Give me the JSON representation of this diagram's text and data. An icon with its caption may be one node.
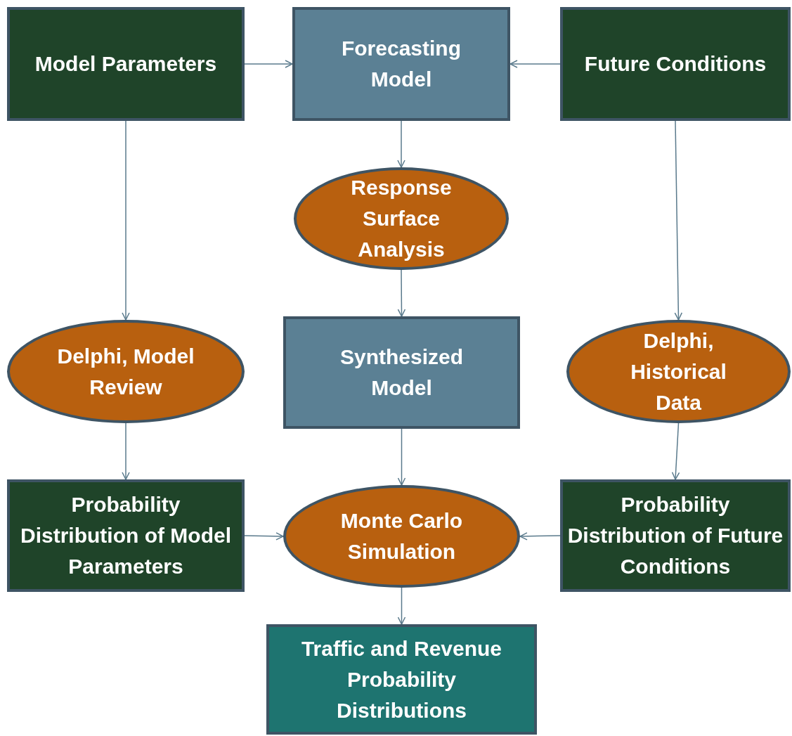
{
  "diagram": {
    "nodes": [
      {
        "text": [
          "Model Parameters"
        ]
      },
      {
        "text": [
          "Forecasting Model"
        ]
      },
      {
        "text": [
          "Future Conditions"
        ]
      },
      {
        "text": [
          "Response Surface Analysis"
        ]
      },
      {
        "text": [
          "Delphi, Model Review"
        ]
      },
      {
        "text": [
          "Synthesized Model"
        ]
      },
      {
        "text": [
          "Delphi, Historical Data"
        ]
      },
      {
        "text": [
          "Probability Distribution of Model Parameters"
        ]
      },
      {
        "text": [
          "Monte Carlo Simulation"
        ]
      },
      {
        "text": [
          "Probability Distribution of Future Conditions"
        ]
      },
      {
        "text": [
          "Traffic and Revenue Probability Distributions"
        ]
      }
    ],
    "edges": [
      {
        "from": 0,
        "to": 1,
        "arrow": "to"
      },
      {
        "from": 2,
        "to": 1,
        "arrow": "to"
      },
      {
        "from": 1,
        "to": 3,
        "arrow": "to"
      },
      {
        "from": 0,
        "to": 4,
        "arrow": "to"
      },
      {
        "from": 2,
        "to": 6,
        "arrow": "to"
      },
      {
        "from": 3,
        "to": 5,
        "arrow": "to"
      },
      {
        "from": 4,
        "to": 7,
        "arrow": "to"
      },
      {
        "from": 6,
        "to": 9,
        "arrow": "to"
      },
      {
        "from": 5,
        "to": 8,
        "arrow": "to"
      },
      {
        "from": 7,
        "to": 8,
        "arrow": "to"
      },
      {
        "from": 9,
        "to": 8,
        "arrow": "to"
      },
      {
        "from": 8,
        "to": 10,
        "arrow": "to"
      }
    ]
  }
}
